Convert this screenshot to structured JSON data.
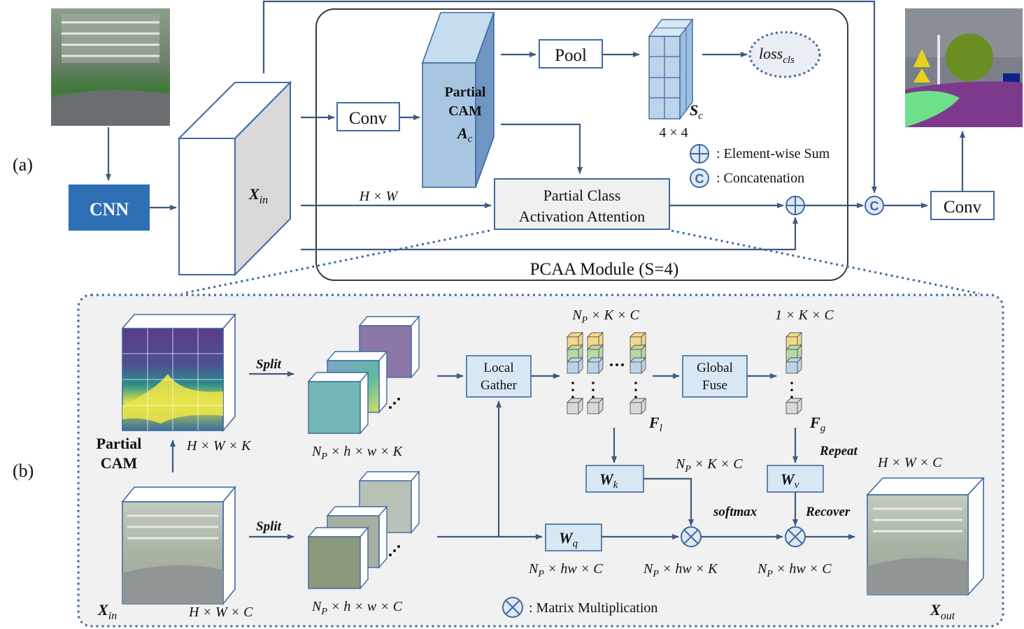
{
  "panels": {
    "a": "(a)",
    "b": "(b)"
  },
  "top": {
    "cnn": "CNN",
    "xin_base": "X",
    "xin_sub": "in",
    "conv1": "Conv",
    "cam_lines": [
      "Partial",
      "CAM"
    ],
    "cam_a": "A",
    "cam_a_sub": "c",
    "pool": "Pool",
    "loss_base": "loss",
    "loss_sub": "cls",
    "sc_base": "S",
    "sc_sub": "c",
    "sc_size": "4 × 4",
    "hw": "H × W",
    "pcaa_line1": "Partial Class",
    "pcaa_line2": "Activation Attention",
    "module_title": "PCAA Module (S=4)",
    "legend_sum": ": Element-wise Sum",
    "legend_concat": ": Concatenation",
    "conv2": "Conv"
  },
  "bottom": {
    "cam_label1": "Partial",
    "cam_label2": "CAM",
    "dim_hwk": "H × W × K",
    "split1": "Split",
    "split2": "Split",
    "dim_np_hwk": "N_P × h × w × K",
    "dim_np_hwc": "N_P × h × w × C",
    "xin_base": "X",
    "xin_sub": "in",
    "dim_hwc": "H × W × C",
    "local_gather1": "Local",
    "local_gather2": "Gather",
    "dim_npkc": "N_P × K × C",
    "fl_base": "F",
    "fl_sub": "l",
    "global_fuse1": "Global",
    "global_fuse2": "Fuse",
    "dim_1kc": "1 × K × C",
    "fg_base": "F",
    "fg_sub": "g",
    "repeat": "Repeat",
    "recover": "Recover",
    "softmax": "softmax",
    "wk_base": "W",
    "wk_sub": "k",
    "wv_base": "W",
    "wv_sub": "v",
    "wq_base": "W",
    "wq_sub": "q",
    "dim_npkc2": "N_P × K × C",
    "dim_nphwc_q": "N_P × hw × C",
    "dim_nphwk": "N_P × hw × K",
    "dim_nphwc_out": "N_P × hw × C",
    "dim_out": "H × W × C",
    "xout_base": "X",
    "xout_sub": "out",
    "legend_matmul": ": Matrix Multiplication"
  },
  "colors": {
    "cnn_fill": "#2e6fb6",
    "line": "#3f5a80",
    "box_border": "#3e6aa1",
    "light_blue": "#d7e7f3",
    "panel_bg": "#f1f1f1",
    "gold_cube": "#f2d98a",
    "green_cube": "#b9d7a8",
    "blue_cube": "#bcd4ea",
    "grey_cube": "#d9d9d9"
  }
}
